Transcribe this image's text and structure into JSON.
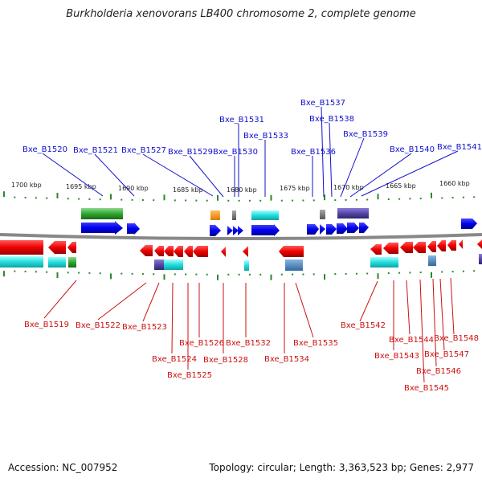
{
  "title": "Burkholderia xenovorans LB400 chromosome 2, complete genome",
  "footer": {
    "accession": "Accession: NC_007952",
    "topology": "Topology: circular; Length: 3,363,523 bp; Genes: 2,977"
  },
  "scale_labels": [
    "1700 kbp",
    "1695 kbp",
    "1690 kbp",
    "1685 kbp",
    "1680 kbp",
    "1675 kbp",
    "1670 kbp",
    "1665 kbp",
    "1660 kbp"
  ],
  "top_genes": [
    "Bxe_B1520",
    "Bxe_B1521",
    "Bxe_B1527",
    "Bxe_B1529",
    "Bxe_B1530",
    "Bxe_B1531",
    "Bxe_B1533",
    "Bxe_B1536",
    "Bxe_B1537",
    "Bxe_B1538",
    "Bxe_B1539",
    "Bxe_B1540",
    "Bxe_B1541"
  ],
  "bottom_genes": [
    "Bxe_B1519",
    "Bxe_B1522",
    "Bxe_B1523",
    "Bxe_B1524",
    "Bxe_B1525",
    "Bxe_B1526",
    "Bxe_B1528",
    "Bxe_B1532",
    "Bxe_B1534",
    "Bxe_B1535",
    "Bxe_B1542",
    "Bxe_B1543",
    "Bxe_B1544",
    "Bxe_B1545",
    "Bxe_B1546",
    "Bxe_B1547",
    "Bxe_B1548"
  ],
  "colors": {
    "forward_cds": "#0000ee",
    "reverse_cds": "#ee0000",
    "top_label": "#1111cc",
    "bottom_label": "#cc1111",
    "tick": "#2a8a2a",
    "backbone": "#888888"
  }
}
